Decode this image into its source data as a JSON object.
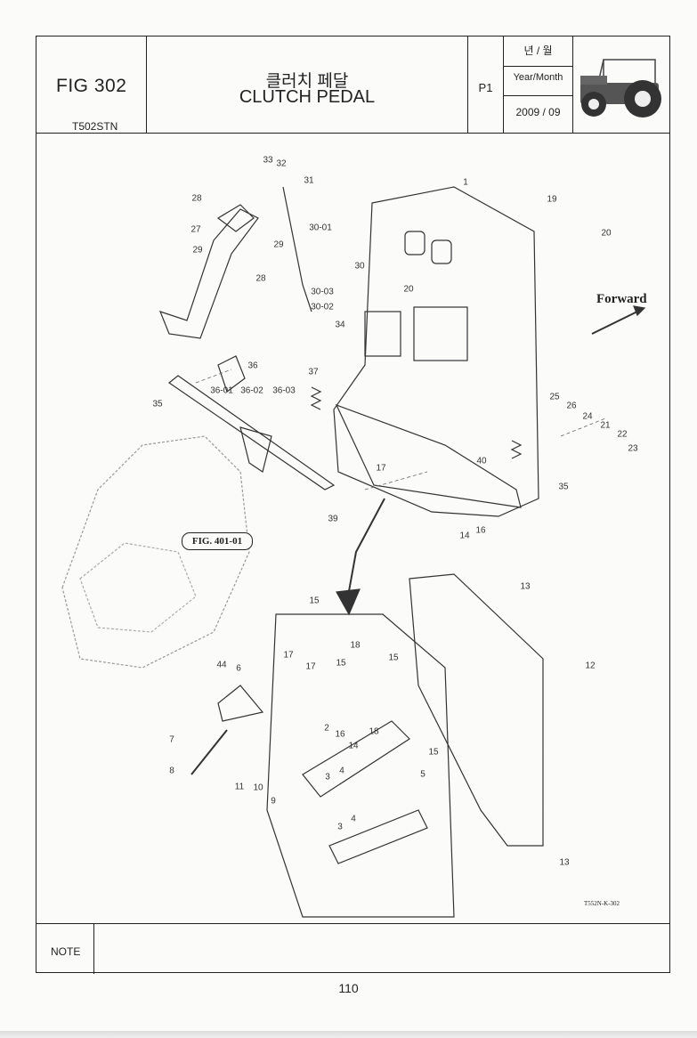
{
  "header": {
    "fig_no": "FIG 302",
    "model": "T502STN",
    "title_ko": "클러치 페달",
    "title_en": "CLUTCH PEDAL",
    "page_ref": "P1",
    "ym_ko": "년 / 월",
    "ym_en": "Year/Month",
    "ym_date": "2009 / 09",
    "tractor_icon": "tractor-icon"
  },
  "drawing": {
    "forward_label": "Forward",
    "fig_ref": "FIG. 401-01",
    "ref_code": "T552N-K-302",
    "part_labels": [
      "33",
      "32",
      "31",
      "28",
      "27",
      "29",
      "30-01",
      "29",
      "28",
      "30",
      "30-03",
      "30-02",
      "1",
      "19",
      "20",
      "20",
      "34",
      "36",
      "37",
      "36-01",
      "36-02",
      "36-03",
      "35",
      "25",
      "26",
      "24",
      "21",
      "22",
      "23",
      "17",
      "40",
      "35",
      "39",
      "14",
      "16",
      "13",
      "15",
      "12",
      "17",
      "18",
      "15",
      "15",
      "17",
      "44",
      "6",
      "16",
      "14",
      "18",
      "2",
      "15",
      "7",
      "4",
      "3",
      "5",
      "8",
      "11",
      "10",
      "9",
      "3",
      "4",
      "13"
    ]
  },
  "footer": {
    "note_label": "NOTE",
    "page_number": "110"
  }
}
